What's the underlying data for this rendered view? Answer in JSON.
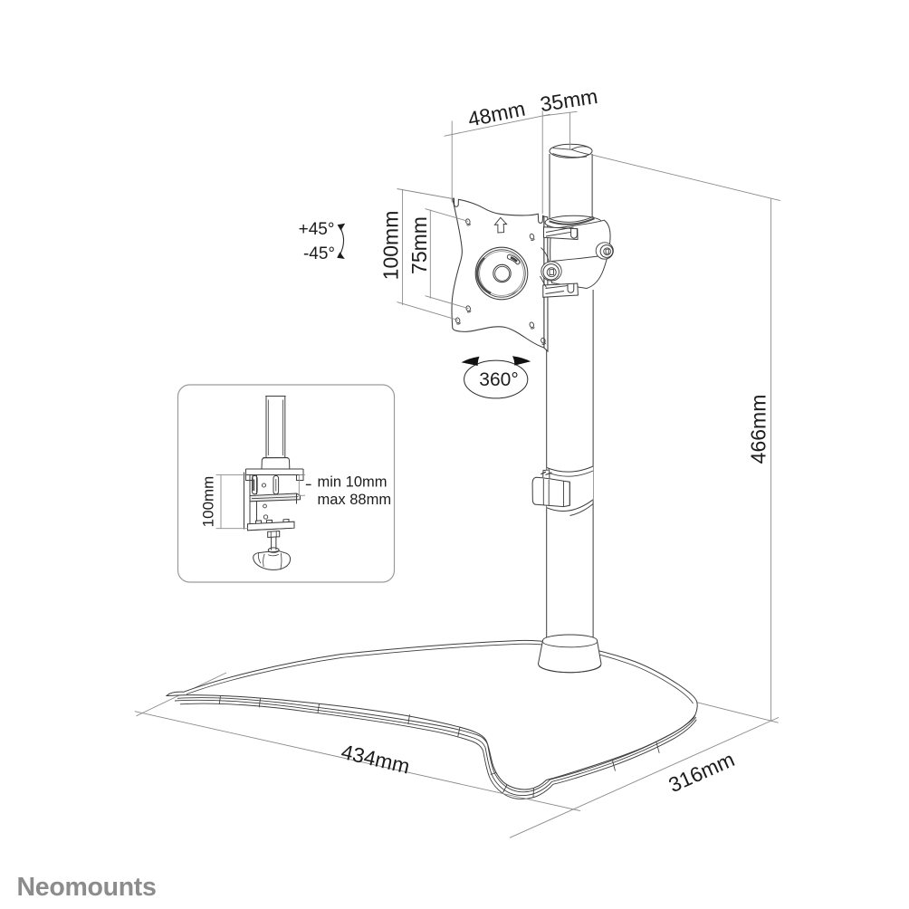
{
  "figure": {
    "type": "technical-line-drawing",
    "subject": "free-standing monitor desk stand with VESA plate, pole and boomerang base",
    "background_color": "#ffffff",
    "object_line_color": "#3d3d3d",
    "dimension_line_color": "#8a8a8a",
    "label_color": "#1c1c1c"
  },
  "labels": {
    "pole_offset": "48mm",
    "pole_diameter": "35mm",
    "vesa_outer": "100mm",
    "vesa_inner": "75mm",
    "tilt_up": "+45°",
    "tilt_down": "-45°",
    "swivel": "360°",
    "total_height": "466mm",
    "base_width": "434mm",
    "base_depth": "316mm"
  },
  "inset": {
    "clamp_height": "100mm",
    "desk_min": "min 10mm",
    "desk_max": "max 88mm"
  },
  "brand": {
    "logo_text": "Neomounts",
    "color": "#8c8c8c"
  }
}
